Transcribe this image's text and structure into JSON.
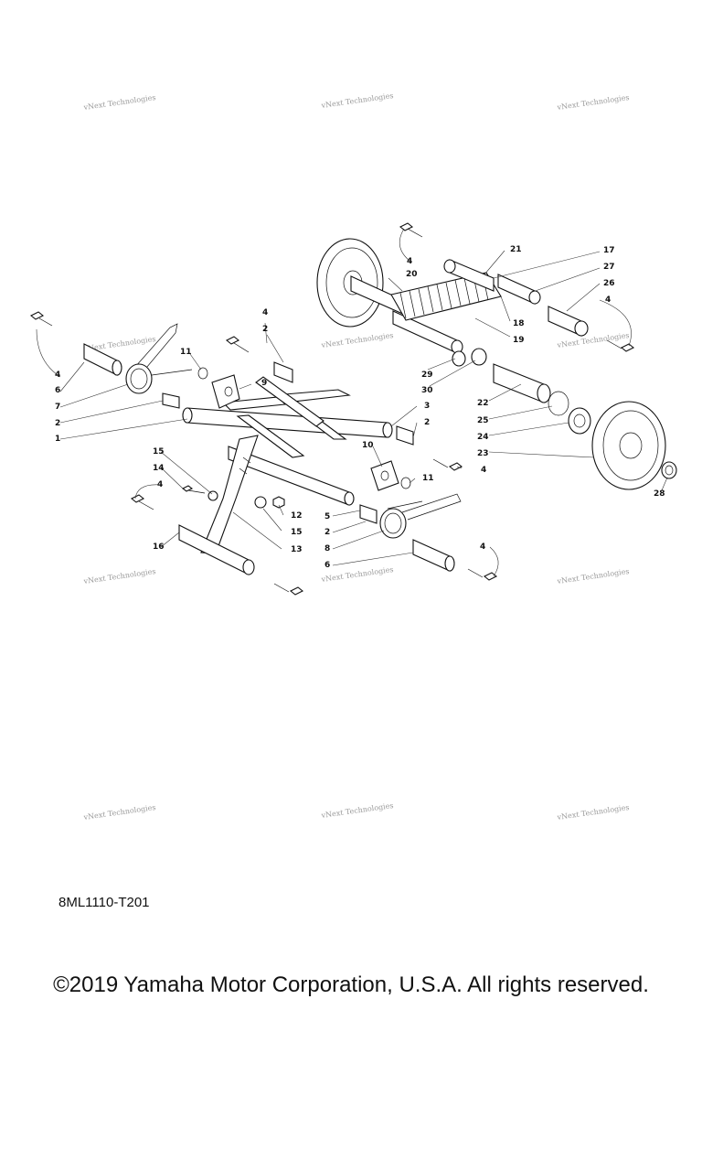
{
  "watermark_text": "vNext Technologies",
  "callouts": [
    "1",
    "2",
    "3",
    "4",
    "5",
    "6",
    "7",
    "8",
    "9",
    "10",
    "11",
    "12",
    "13",
    "14",
    "15",
    "16",
    "17",
    "18",
    "19",
    "20",
    "21",
    "22",
    "23",
    "24",
    "25",
    "26",
    "27",
    "28",
    "29",
    "30"
  ],
  "diagram_code": "8ML1110-T201",
  "copyright": "©2019 Yamaha Motor Corporation, U.S.A. All rights reserved."
}
